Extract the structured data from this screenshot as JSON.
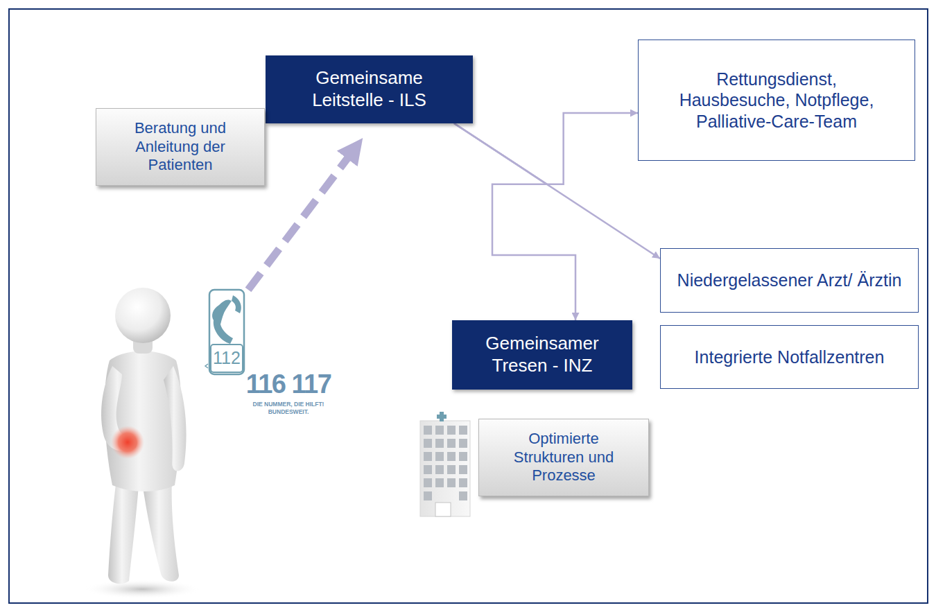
{
  "diagram": {
    "nodes": [
      {
        "text": [
          "Gemeinsame Leitstelle - ILS"
        ]
      },
      {
        "text": [
          "Beratung und Anleitung der Patienten"
        ]
      },
      {
        "text": [
          "Rettungsdienst, Hausbesuche, Notpflege, Palliative-Care-Team"
        ]
      },
      {
        "text": [
          "Niedergelassener Arzt/ Ärztin"
        ]
      },
      {
        "text": [
          "Integrierte Notfallzentren"
        ]
      },
      {
        "text": [
          "Gemeinsamer Tresen - INZ"
        ]
      },
      {
        "text": [
          "Optimierte Strukturen und Prozesse"
        ]
      }
    ],
    "edges": [
      {
        "from": 0,
        "to": 2,
        "arrow": "to"
      },
      {
        "from": 0,
        "to": 3,
        "arrow": "to"
      },
      {
        "from": 0,
        "to": 5,
        "arrow": "to"
      }
    ],
    "labels": [
      "112",
      "116 117",
      "DIE NUMMER, DIE HILFT!",
      "BUNDESWEIT."
    ]
  }
}
